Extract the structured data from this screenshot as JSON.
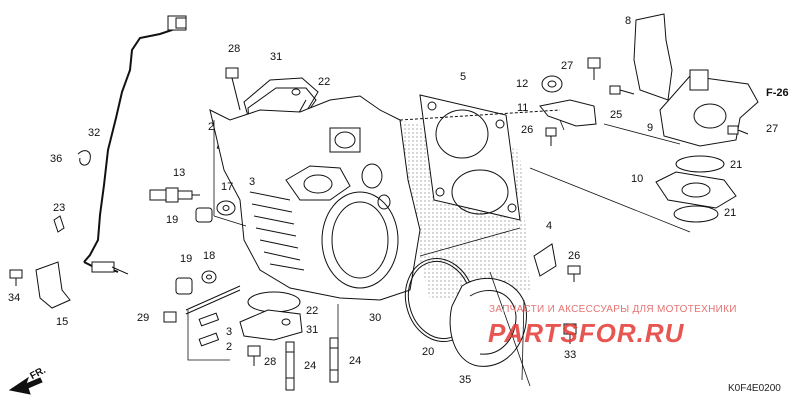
{
  "diagram": {
    "diagram_code": "K0F4E0200",
    "reference": "F-26",
    "direction_label": "FR.",
    "watermark": {
      "caption": "ЗАПЧАСТИ И АКСЕССУАРЫ ДЛЯ МОТОТЕХНИКИ",
      "logo": "PARTSFOR.RU"
    },
    "callouts": [
      "8",
      "28",
      "31",
      "22",
      "5",
      "12",
      "27",
      "11",
      "26",
      "25",
      "9",
      "27",
      "21",
      "10",
      "21",
      "32",
      "36",
      "2",
      "13",
      "17",
      "3",
      "19",
      "23",
      "19",
      "18",
      "4",
      "26",
      "34",
      "15",
      "29",
      "22",
      "31",
      "30",
      "3",
      "2",
      "20",
      "33",
      "28",
      "24",
      "24",
      "35"
    ]
  },
  "colors": {
    "line": "#111111",
    "watermark": "#e53935"
  }
}
